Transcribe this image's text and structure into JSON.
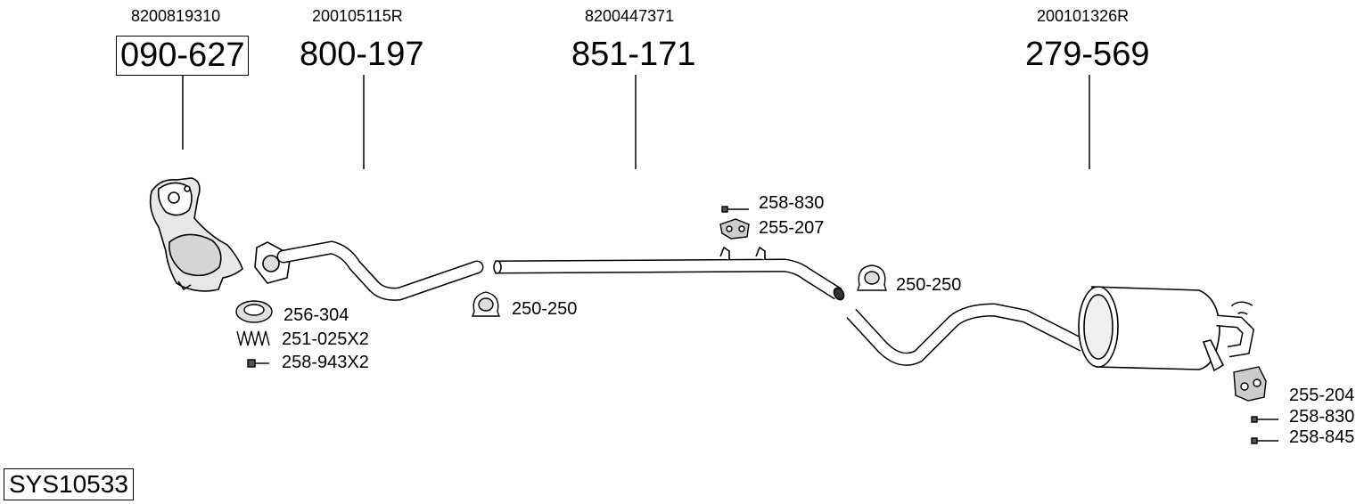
{
  "columns": [
    {
      "oem": "8200819310",
      "part": "090-627"
    },
    {
      "oem": "200105115R",
      "part": "800-197"
    },
    {
      "oem": "8200447371",
      "part": "851-171"
    },
    {
      "oem": "200101326R",
      "part": "279-569"
    }
  ],
  "accessories": {
    "gasket": "256-304",
    "spring": "251-025X2",
    "bolt_front": "258-943X2",
    "clamp_1": "250-250",
    "bolt_mid": "258-830",
    "hanger_mid": "255-207",
    "clamp_2": "250-250",
    "hanger_rear": "255-204",
    "bolt_rear_1": "258-830",
    "bolt_rear_2": "258-845"
  },
  "system_id": "SYS10533"
}
